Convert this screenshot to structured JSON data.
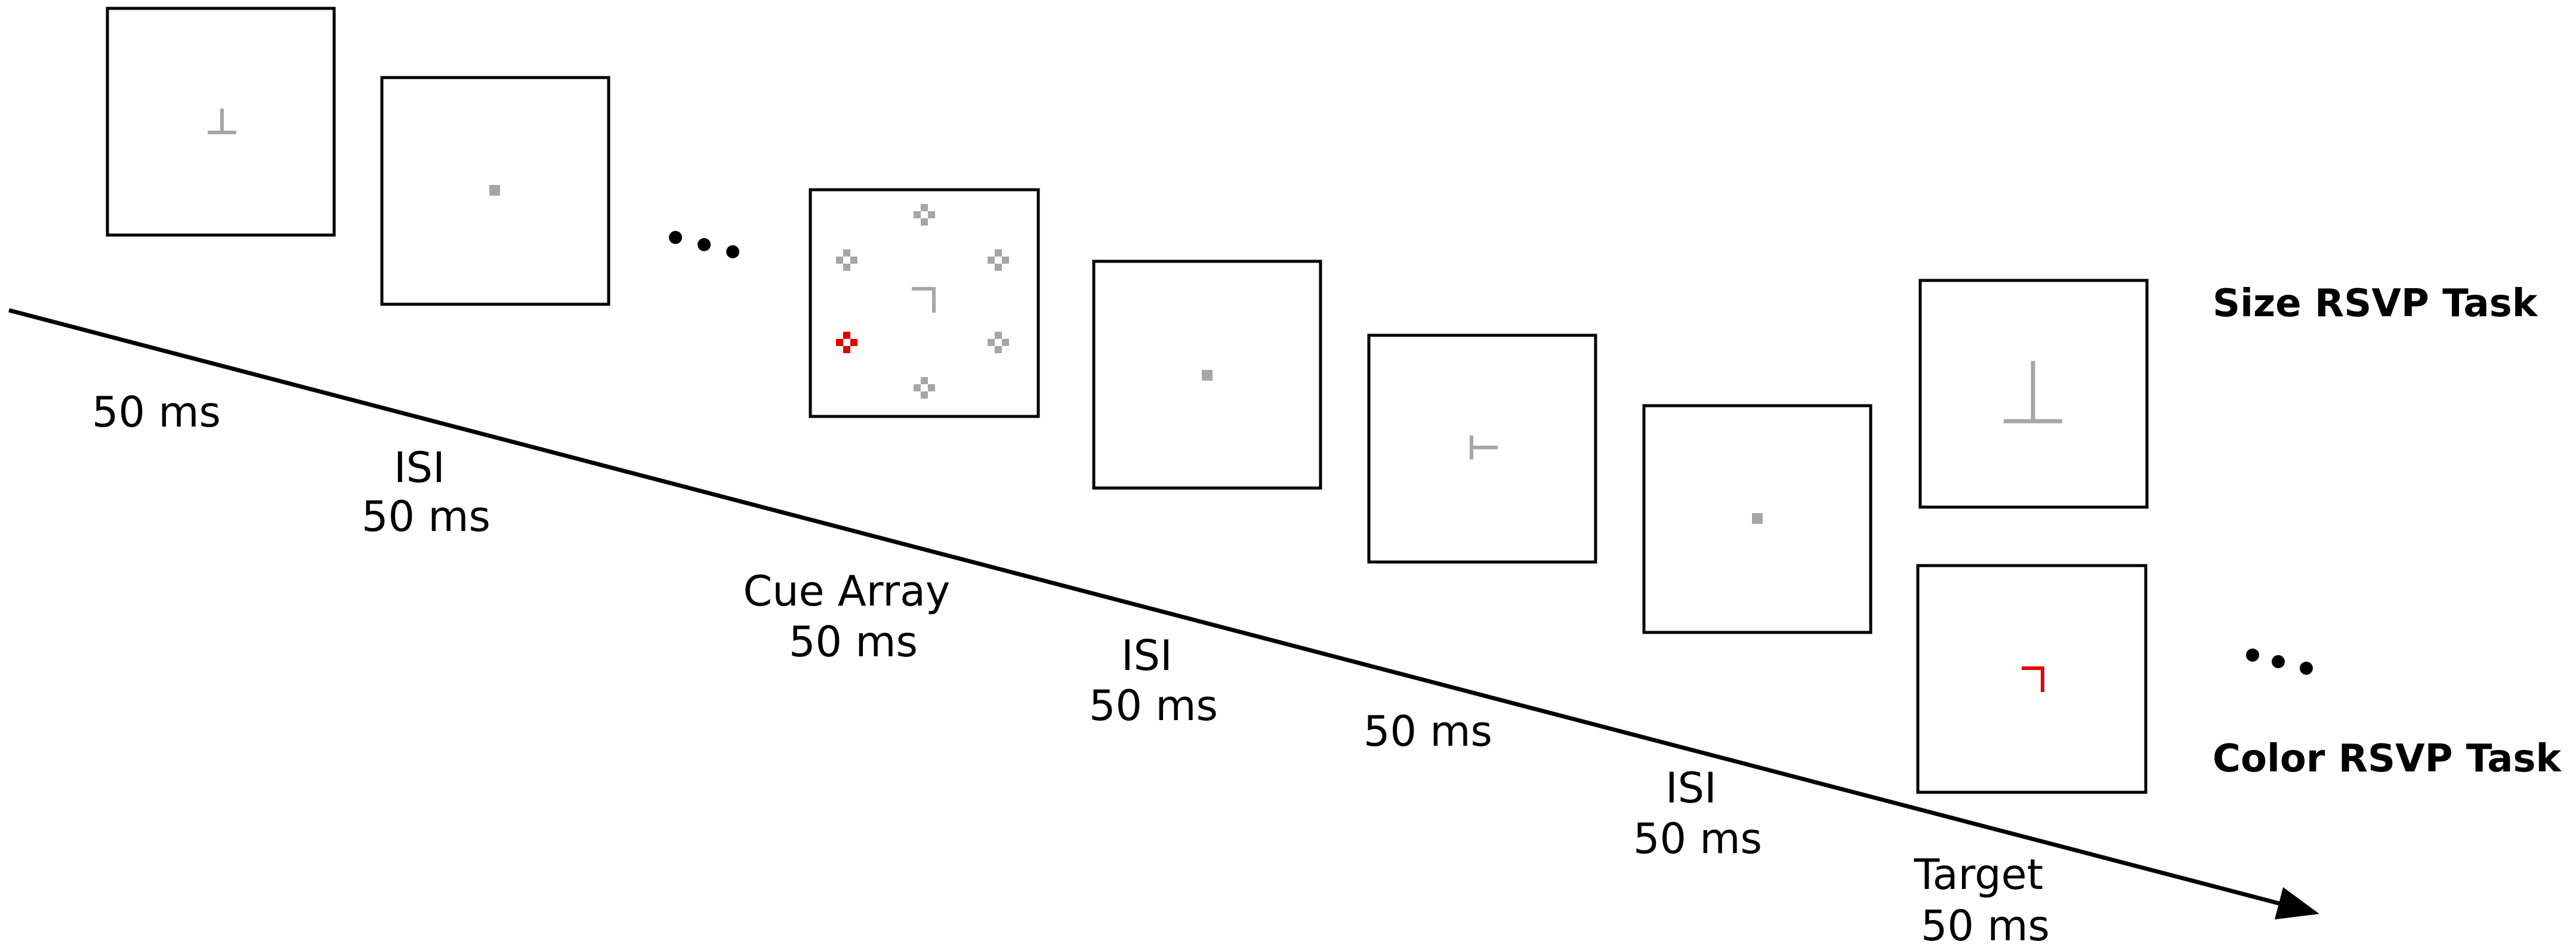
{
  "colors": {
    "frame": "#000000",
    "stimulus_gray": "#a6a6a6",
    "stimulus_red": "#e00000",
    "background": "#ffffff"
  },
  "frames": [
    {
      "stimulus": "inverted-t-icon"
    },
    {
      "stimulus": "fixation-dot-icon"
    },
    {
      "stimulus": "cue-array"
    },
    {
      "stimulus": "fixation-dot-icon"
    },
    {
      "stimulus": "sideways-t-icon"
    },
    {
      "stimulus": "fixation-dot-icon"
    },
    {
      "stimulus": "large-inverted-t-icon"
    },
    {
      "stimulus": "red-corner-icon"
    }
  ],
  "timing_labels": [
    {
      "lines": [
        "50 ms"
      ]
    },
    {
      "lines": [
        "ISI",
        "50 ms"
      ]
    },
    {
      "lines": [
        "Cue Array",
        "50 ms"
      ]
    },
    {
      "lines": [
        "ISI",
        "50 ms"
      ]
    },
    {
      "lines": [
        "50 ms"
      ]
    },
    {
      "lines": [
        "ISI",
        "50 ms"
      ]
    },
    {
      "lines": [
        "Target",
        "50 ms"
      ]
    }
  ],
  "tasks": {
    "size": "Size RSVP Task",
    "color": "Color RSVP Task"
  }
}
